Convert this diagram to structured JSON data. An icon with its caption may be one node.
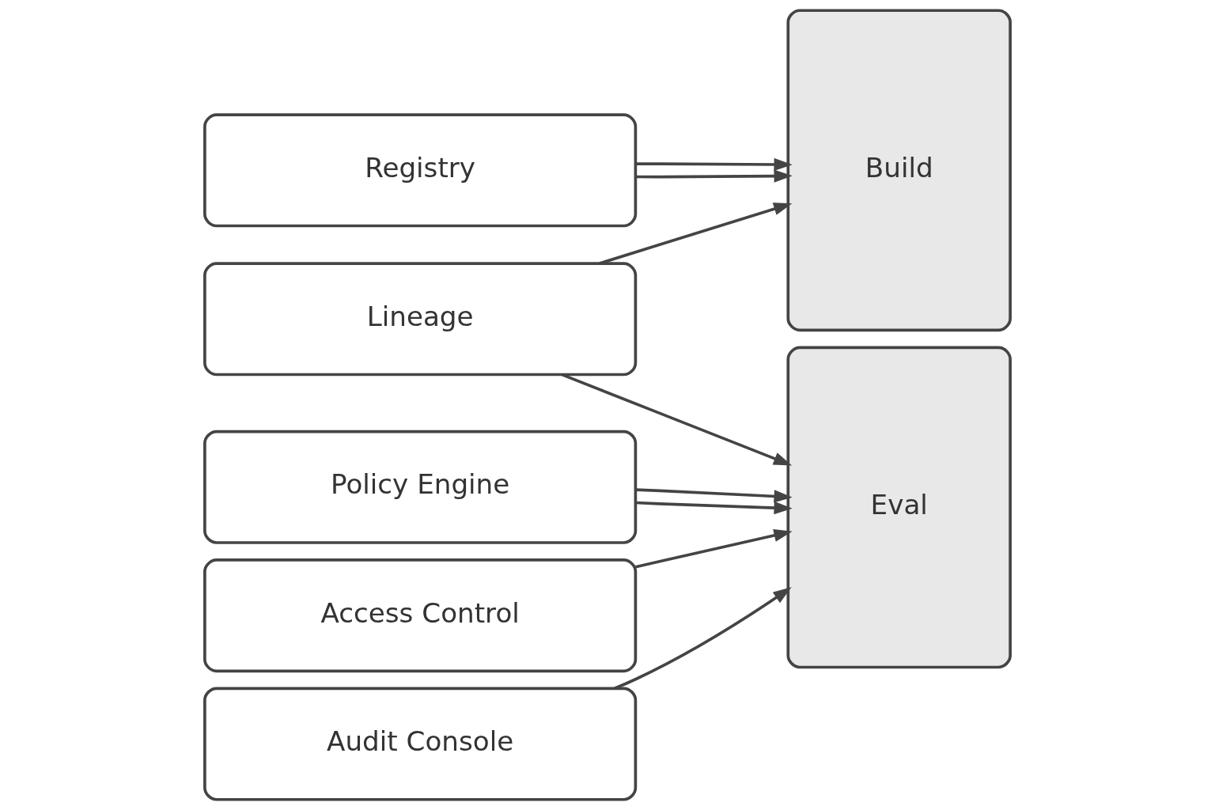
{
  "diagram": {
    "nodes": [
      {
        "text": [
          "Registry"
        ]
      },
      {
        "text": [
          "Lineage"
        ]
      },
      {
        "text": [
          "Policy Engine"
        ]
      },
      {
        "text": [
          "Access Control"
        ]
      },
      {
        "text": [
          "Audit Console"
        ]
      },
      {
        "text": [
          "Build"
        ]
      },
      {
        "text": [
          "Eval"
        ]
      }
    ],
    "edges": [
      {
        "from": 0,
        "to": 5,
        "arrow": "to"
      },
      {
        "from": 0,
        "to": 5,
        "arrow": "to"
      },
      {
        "from": 1,
        "to": 5,
        "arrow": "to"
      },
      {
        "from": 1,
        "to": 6,
        "arrow": "to"
      },
      {
        "from": 2,
        "to": 6,
        "arrow": "to"
      },
      {
        "from": 2,
        "to": 6,
        "arrow": "to"
      },
      {
        "from": 3,
        "to": 6,
        "arrow": "to"
      },
      {
        "from": 4,
        "to": 6,
        "arrow": "to"
      }
    ]
  }
}
